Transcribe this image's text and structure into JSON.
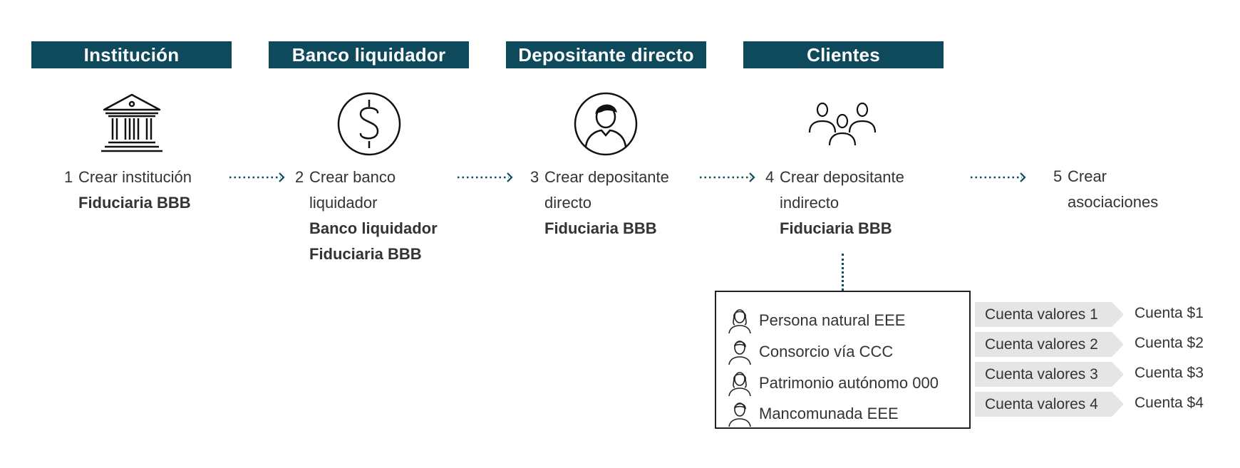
{
  "headers": [
    "Institución",
    "Banco liquidador",
    "Depositante directo",
    "Clientes"
  ],
  "steps": [
    {
      "num": "1",
      "lines": [
        "Crear institución"
      ],
      "bold": [
        "Fiduciaria BBB"
      ]
    },
    {
      "num": "2",
      "lines": [
        "Crear banco",
        "liquidador"
      ],
      "bold": [
        "Banco liquidador",
        "Fiduciaria BBB"
      ]
    },
    {
      "num": "3",
      "lines": [
        "Crear depositante",
        "directo"
      ],
      "bold": [
        "Fiduciaria BBB"
      ]
    },
    {
      "num": "4",
      "lines": [
        "Crear depositante",
        "indirecto"
      ],
      "bold": [
        "Fiduciaria BBB"
      ]
    },
    {
      "num": "5",
      "lines": [
        "Crear",
        "asociaciones"
      ],
      "bold": []
    }
  ],
  "icons": [
    "bank-icon",
    "dollar-circle-icon",
    "person-circle-icon",
    "group-icon"
  ],
  "clients": [
    {
      "name": "Persona natural EEE",
      "icon": "woman-icon"
    },
    {
      "name": "Consorcio vía CCC",
      "icon": "man-icon"
    },
    {
      "name": "Patrimonio autónomo 000",
      "icon": "woman-icon"
    },
    {
      "name": "Mancomunada EEE",
      "icon": "man-icon"
    }
  ],
  "accounts": [
    {
      "securities": "Cuenta valores 1",
      "cash": "Cuenta $1"
    },
    {
      "securities": "Cuenta valores 2",
      "cash": "Cuenta $2"
    },
    {
      "securities": "Cuenta valores 3",
      "cash": "Cuenta $3"
    },
    {
      "securities": "Cuenta valores 4",
      "cash": "Cuenta $4"
    }
  ],
  "colors": {
    "header_bg": "#0e4a5c",
    "header_text": "#ffffff",
    "arrow": "#0e4a5c",
    "tag_bg": "#e5e5e5"
  }
}
